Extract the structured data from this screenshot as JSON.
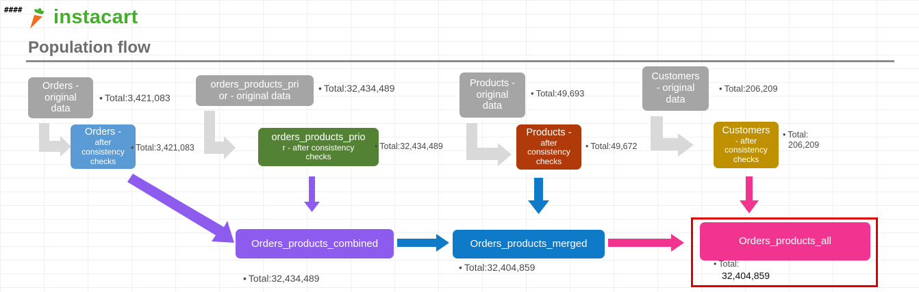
{
  "page_hash": "####",
  "brand": {
    "name": "instacart",
    "accent": "#43b02a",
    "icon_color": "#f36d21"
  },
  "title": "Population flow",
  "nodes": {
    "orders_orig": {
      "l1": "Orders -",
      "l2": "original",
      "l3": "data",
      "total": "Total:3,421,083",
      "color": "#a5a5a5"
    },
    "op_orig": {
      "l1": "orders_products_pri",
      "l2": "or - original data",
      "total": "Total:32,434,489",
      "color": "#a5a5a5"
    },
    "prod_orig": {
      "l1": "Products -",
      "l2": "original",
      "l3": "data",
      "total": "Total:49,693",
      "color": "#a5a5a5"
    },
    "cust_orig": {
      "l1": "Customers",
      "l2": "- original",
      "l3": "data",
      "total": "Total:206,209",
      "color": "#a5a5a5"
    },
    "orders_chk": {
      "l1": "Orders -",
      "l2": "after",
      "l3": "consistency",
      "l4": "checks",
      "total": "Total:3,421,083",
      "color": "#5b9bd5"
    },
    "op_chk": {
      "l1": "orders_products_prio",
      "l2": "r - after consistency",
      "l3": "checks",
      "total": "Total:32,434,489",
      "color": "#548235"
    },
    "prod_chk": {
      "l1": "Products -",
      "l2": "after",
      "l3": "consistency",
      "l4": "checks",
      "total": "Total:49,672",
      "color": "#b03a0a"
    },
    "cust_chk": {
      "l1": "Customers",
      "l2": "- after",
      "l3": "consistency",
      "l4": "checks",
      "total1": "Total:",
      "total2": "206,209",
      "color": "#bf9000"
    },
    "combined": {
      "label": "Orders_products_combined",
      "total": "Total:32,434,489",
      "color": "#8e5bef"
    },
    "merged": {
      "label": "Orders_products_merged",
      "total": "Total:32,404,859",
      "color": "#0f7ac8"
    },
    "all": {
      "label": "Orders_products_all",
      "total1": "Total:",
      "total2": "32,404,859",
      "color": "#f0348f"
    }
  },
  "bullet": "•",
  "highlight_color": "#e00000"
}
